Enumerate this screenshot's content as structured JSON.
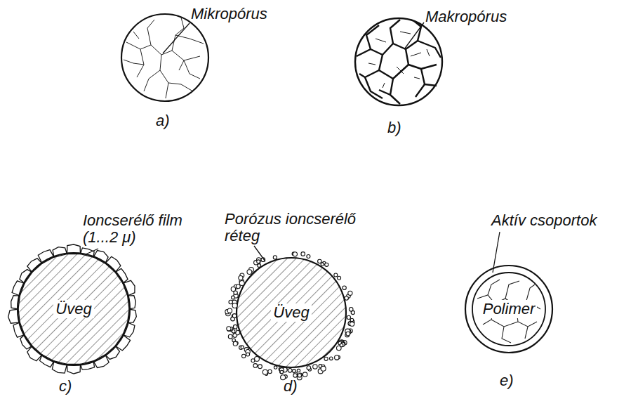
{
  "diagram": {
    "nodes": [
      {
        "text": [
          "Üveg"
        ]
      },
      {
        "text": [
          "Üveg"
        ]
      },
      {
        "text": [
          "Polimer"
        ]
      }
    ],
    "labels": [
      "Mikropórus",
      "a)",
      "Makropórus",
      "b)",
      "Ioncserélő film (1...2 μ)",
      "c)",
      "Porózus ioncserélő réteg",
      "d)",
      "Aktív csoportok",
      "e)"
    ]
  }
}
